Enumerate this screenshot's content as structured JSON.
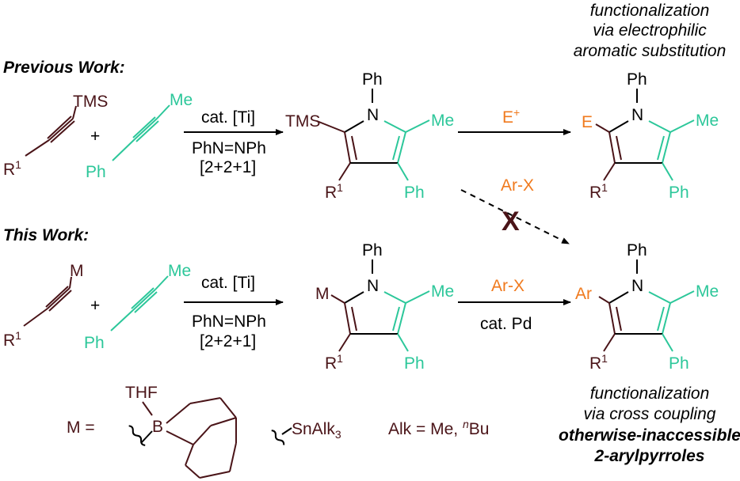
{
  "headers": {
    "previous": "Previous Work:",
    "this": "This Work:"
  },
  "notes": {
    "eas_line1": "functionalization",
    "eas_line2": "via electrophilic",
    "eas_line3": "aromatic substitution",
    "cc_line1": "functionalization",
    "cc_line2": "via cross coupling",
    "cc_line3": "otherwise-inaccessible",
    "cc_line4": "2-arylpyrroles"
  },
  "reagents": {
    "cat_ti": "cat. [Ti]",
    "azo": "PhN=NPh",
    "cyclo": "[2+2+1]",
    "electrophile": "E",
    "electrophile_charge": "+",
    "arx": "Ar-X",
    "cat_pd": "cat. Pd",
    "blocked": "X",
    "plus": "+"
  },
  "atoms": {
    "tms": "TMS",
    "me": "Me",
    "ph": "Ph",
    "n": "N",
    "r": "R",
    "r_sup": "1",
    "m": "M",
    "e": "E",
    "ar": "Ar",
    "b": "B",
    "thf": "THF"
  },
  "legend": {
    "m_equals": "M =",
    "snalk": "SnAlk",
    "snalk_sub": "3",
    "alk_def": "Alk = Me, ",
    "n_sup": "n",
    "bu": "Bu"
  },
  "colors": {
    "dark": "#4a1418",
    "teal": "#2cc79a",
    "orange": "#f07a1e"
  }
}
